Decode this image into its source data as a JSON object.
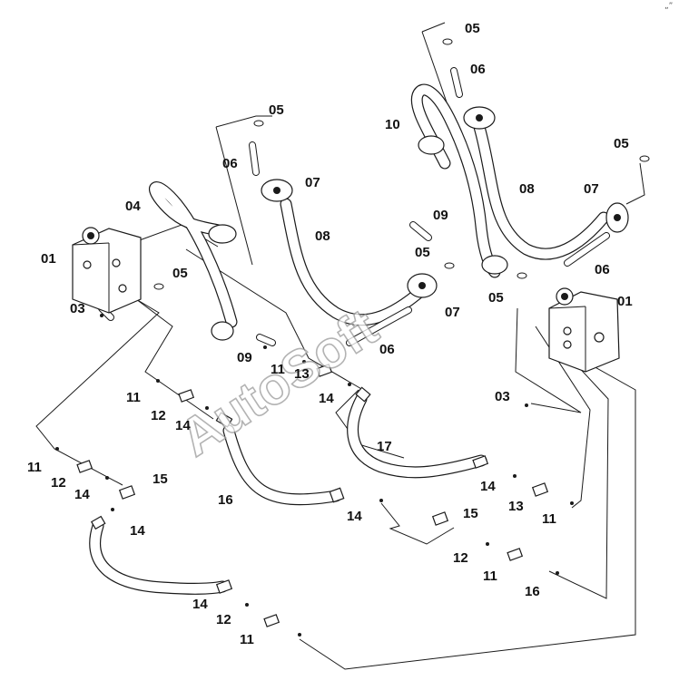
{
  "diagram": {
    "title": "",
    "watermark": "AutoSoft",
    "corner_mark": "„”",
    "callouts": [
      "05",
      "06",
      "05",
      "10",
      "06",
      "07",
      "05",
      "07",
      "04",
      "08",
      "08",
      "09",
      "01",
      "05",
      "06",
      "05",
      "07",
      "01",
      "03",
      "05",
      "09",
      "06",
      "11",
      "13",
      "14",
      "03",
      "11",
      "12",
      "14",
      "17",
      "11",
      "12",
      "14",
      "15",
      "14",
      "13",
      "11",
      "16",
      "14",
      "15",
      "14",
      "12",
      "11",
      "16",
      "14",
      "12",
      "11"
    ]
  }
}
